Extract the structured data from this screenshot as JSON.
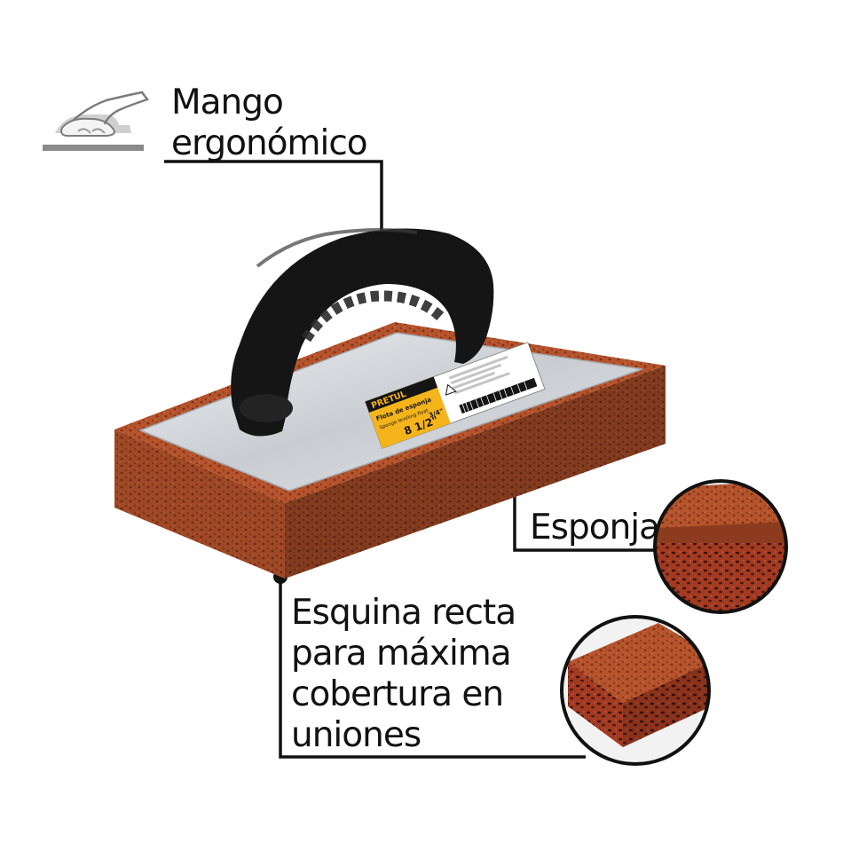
{
  "callouts": {
    "handle": [
      "Mango",
      "ergonómico"
    ],
    "sponge": [
      "Esponja"
    ],
    "corner": [
      "Esquina recta",
      "para máxima",
      "cobertura en",
      "uniones"
    ]
  },
  "label": {
    "brand": "PRETUL",
    "product": "Flota de esponja",
    "product_en": "Sponge leveling float",
    "size": "8 1/2\"",
    "thickness": "3/4\""
  },
  "colors": {
    "sponge": "#b5532c",
    "sponge_dark": "#8c3b1f",
    "handle": "#151515",
    "plate": "#d8dcdf",
    "label_yellow": "#f6b41b",
    "leader": "#111111"
  },
  "icons": [
    "hand-grip-icon"
  ]
}
